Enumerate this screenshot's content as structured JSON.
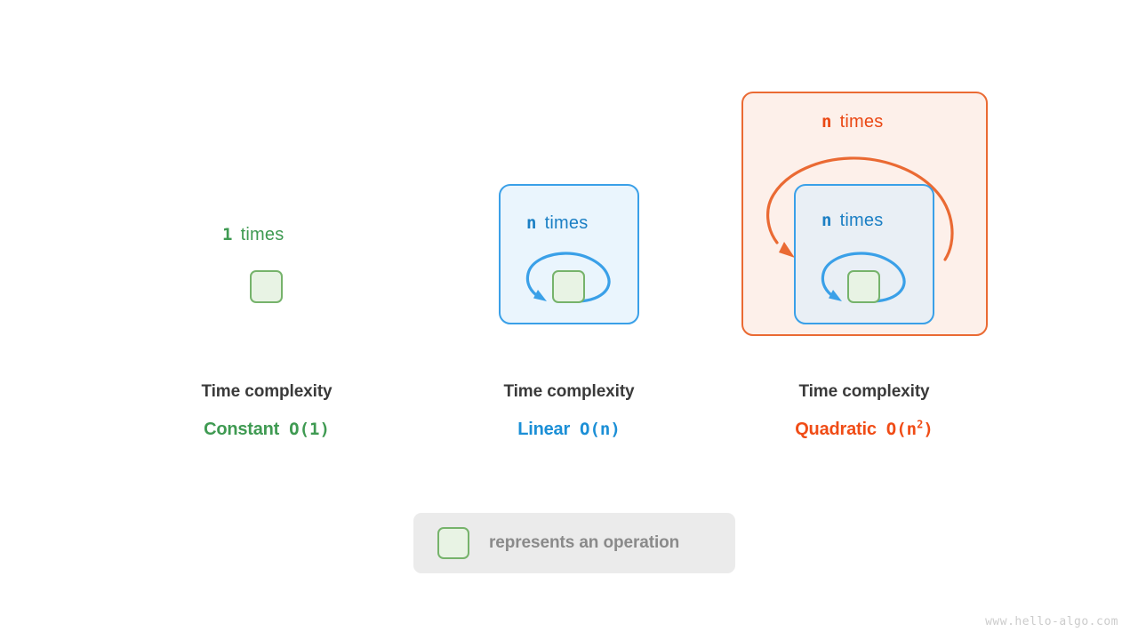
{
  "columns": [
    {
      "id": "constant",
      "outer_count": {
        "var": "1",
        "word": "times"
      },
      "caption_title": "Time complexity",
      "complexity_name": "Constant",
      "complexity_bigo": "O(1)",
      "color": "#3f9a52"
    },
    {
      "id": "linear",
      "outer_count": {
        "var": "n",
        "word": "times"
      },
      "caption_title": "Time complexity",
      "complexity_name": "Linear",
      "complexity_bigo": "O(n)",
      "color": "#1b8fd6"
    },
    {
      "id": "quadratic",
      "outer_count": {
        "var": "n",
        "word": "times"
      },
      "inner_count": {
        "var": "n",
        "word": "times"
      },
      "caption_title": "Time complexity",
      "complexity_name": "Quadratic",
      "complexity_bigo_base": "O(n",
      "complexity_bigo_exp": "2",
      "complexity_bigo_close": ")",
      "color": "#f04c16"
    }
  ],
  "legend": {
    "swatch_name": "operation-swatch",
    "text": "represents an operation"
  },
  "watermark": "www.hello-algo.com",
  "colors": {
    "green_stroke": "#76b36b",
    "green_fill": "#e8f3e4",
    "green_text": "#3f9a52",
    "blue_stroke": "#3aa0e8",
    "blue_fill": "#eaf5fd",
    "blue_fill_on_orange": "#e9eff5",
    "blue_text": "#1b7fc4",
    "orange_stroke": "#ea6a33",
    "orange_fill": "#fdf0ea",
    "orange_text": "#ea4814",
    "legend_bg": "#ebebeb",
    "legend_text": "#8a8a8a",
    "title_text": "#3a3a3a",
    "watermark_text": "#cccccc",
    "background": "#ffffff"
  }
}
